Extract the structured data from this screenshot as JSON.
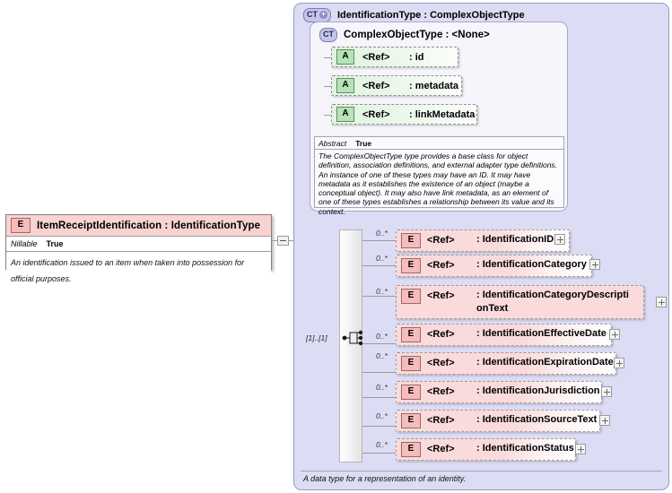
{
  "diagram": {
    "type": "xsd-schema-diagram",
    "colors": {
      "element_fill": "#fadada",
      "attribute_fill": "#dff3df",
      "type_panel_fill": "#dcdcf5",
      "inner_panel_fill": "#f5f5fb",
      "border": "#9b9b9b"
    }
  },
  "root_element": {
    "icon": "element-icon",
    "icon_label": "E",
    "title": "ItemReceiptIdentification : IdentificationType",
    "properties": [
      {
        "key": "Nillable",
        "value": "True"
      }
    ],
    "documentation": "An identification issued to an item when taken into possession for official purposes."
  },
  "connector": {
    "collapse_icon": "collapse-minus-icon"
  },
  "type_panel": {
    "icon": "complex-type-expand-icon",
    "icon_label": "CT",
    "icon_plus": "+",
    "title": "IdentificationType : ComplexObjectType",
    "footer_documentation": "A data type for a representation of an identity."
  },
  "inner_panel": {
    "icon": "complex-type-icon",
    "icon_label": "CT",
    "title": "ComplexObjectType : <None>",
    "attributes": [
      {
        "icon_label": "A",
        "ref": "<Ref>",
        "name": ": id"
      },
      {
        "icon_label": "A",
        "ref": "<Ref>",
        "name": ": metadata"
      },
      {
        "icon_label": "A",
        "ref": "<Ref>",
        "name": ": linkMetadata"
      }
    ],
    "abstract": {
      "key": "Abstract",
      "value": "True"
    },
    "documentation": "The ComplexObjectType type provides a base class for object definition, association definitions, and external adapter type definitions. An instance of one of these types may have an ID. It may have metadata as it establishes the existence of an object (maybe a conceptual object). It may also have link metadata, as an element of one of these types establishes a relationship between its value and its context."
  },
  "sequence": {
    "icon": "sequence-compositor-icon",
    "cardinality": "[1]..[1]"
  },
  "elements": [
    {
      "occurrence": "0..*",
      "icon_label": "E",
      "ref": "<Ref>",
      "name": ": IdentificationID",
      "expand": "+"
    },
    {
      "occurrence": "0..*",
      "icon_label": "E",
      "ref": "<Ref>",
      "name": ": IdentificationCategory",
      "expand": "+"
    },
    {
      "occurrence": "0..*",
      "icon_label": "E",
      "ref": "<Ref>",
      "name": ": IdentificationCategoryDescriptionText",
      "expand": "+"
    },
    {
      "occurrence": "0..*",
      "icon_label": "E",
      "ref": "<Ref>",
      "name": ": IdentificationEffectiveDate",
      "expand": "+"
    },
    {
      "occurrence": "0..*",
      "icon_label": "E",
      "ref": "<Ref>",
      "name": ": IdentificationExpirationDate",
      "expand": "+"
    },
    {
      "occurrence": "0..*",
      "icon_label": "E",
      "ref": "<Ref>",
      "name": ": IdentificationJurisdiction",
      "expand": "+"
    },
    {
      "occurrence": "0..*",
      "icon_label": "E",
      "ref": "<Ref>",
      "name": ": IdentificationSourceText",
      "expand": "+"
    },
    {
      "occurrence": "0..*",
      "icon_label": "E",
      "ref": "<Ref>",
      "name": ": IdentificationStatus",
      "expand": "+"
    }
  ]
}
